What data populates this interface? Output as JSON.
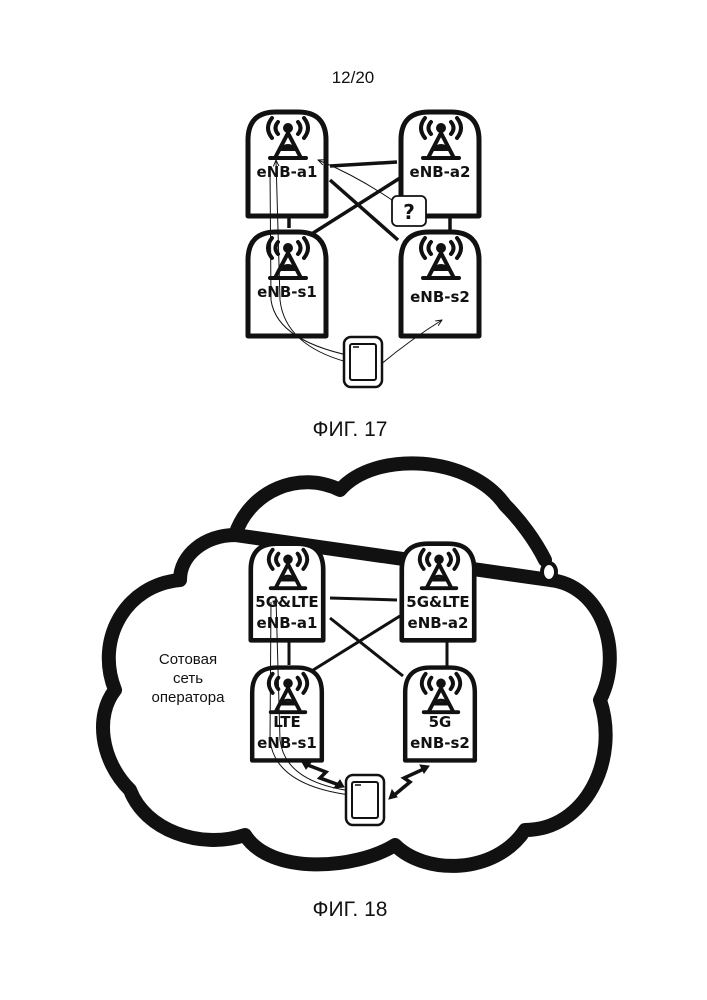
{
  "page_number": "12/20",
  "fig17": {
    "caption": "ФИГ. 17",
    "nodes": {
      "a1": {
        "label": "eNB-a1",
        "icon": "antenna-tower-icon"
      },
      "a2": {
        "label": "eNB-a2",
        "icon": "antenna-tower-icon"
      },
      "s1": {
        "label": "eNB-s1",
        "icon": "antenna-tower-icon"
      },
      "s2": {
        "label": "eNB-s2",
        "icon": "antenna-tower-icon"
      }
    },
    "question_mark": "?",
    "device_icon": "mobile-phone-icon"
  },
  "fig18": {
    "caption": "ФИГ. 18",
    "cloud_label": [
      "Сотовая",
      "сеть",
      "оператора"
    ],
    "nodes": {
      "a1": {
        "tech": "5G&LTE",
        "label": "eNB-a1",
        "icon": "antenna-tower-icon"
      },
      "a2": {
        "tech": "5G&LTE",
        "label": "eNB-a2",
        "icon": "antenna-tower-icon"
      },
      "s1": {
        "tech": "LTE",
        "label": "eNB-s1",
        "icon": "antenna-tower-icon"
      },
      "s2": {
        "tech": "5G",
        "label": "eNB-s2",
        "icon": "antenna-tower-icon"
      }
    },
    "device_icon": "mobile-phone-icon"
  }
}
